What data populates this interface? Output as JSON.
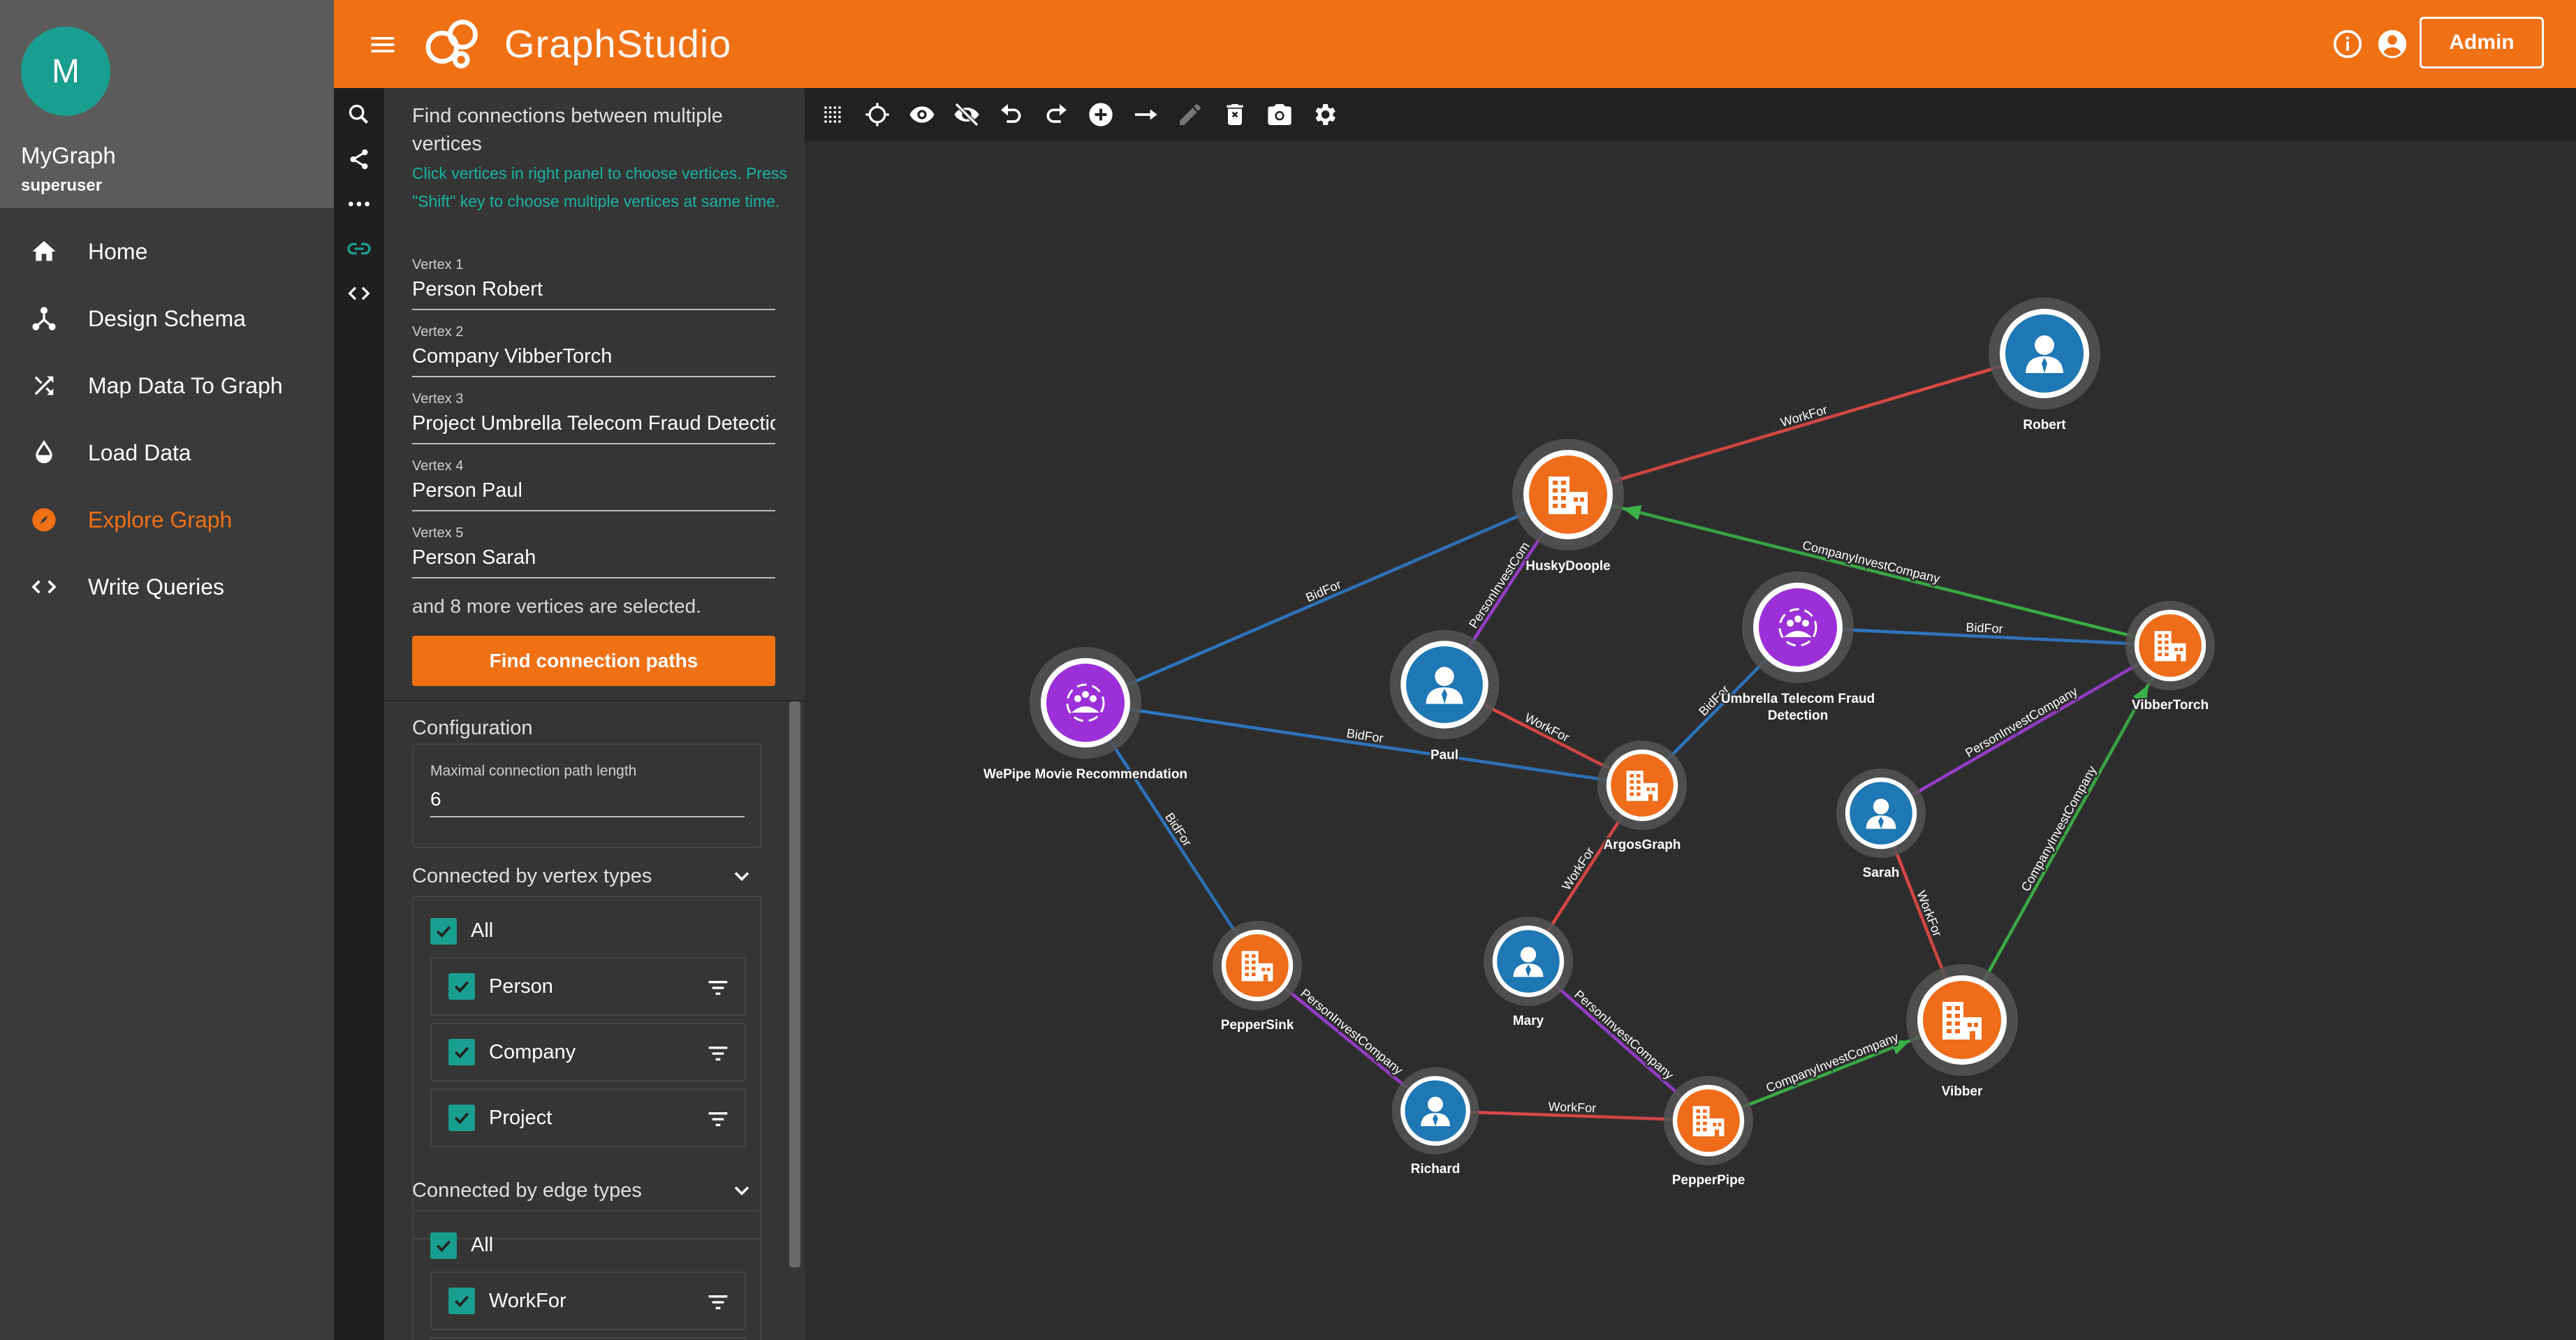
{
  "sidebar": {
    "avatar_letter": "M",
    "graph_name": "MyGraph",
    "user_role": "superuser",
    "nav": [
      {
        "label": "Home",
        "icon": "home-icon"
      },
      {
        "label": "Design Schema",
        "icon": "schema-icon"
      },
      {
        "label": "Map Data To Graph",
        "icon": "shuffle-icon"
      },
      {
        "label": "Load Data",
        "icon": "load-data-icon"
      },
      {
        "label": "Explore Graph",
        "icon": "compass-icon",
        "active": true
      },
      {
        "label": "Write Queries",
        "icon": "code-icon"
      }
    ]
  },
  "topbar": {
    "app_name_bold": "Graph",
    "app_name_light": "Studio",
    "admin_label": "Admin"
  },
  "tools": [
    "search-icon",
    "share-icon",
    "more-dots-icon",
    "link-icon",
    "code-icon"
  ],
  "panel": {
    "title": "Find connections between multiple vertices",
    "hint": "Click vertices in right panel to choose vertices. Press \"Shift\" key to choose multiple vertices at same time.",
    "vertices": [
      {
        "label": "Vertex 1",
        "value": "Person Robert"
      },
      {
        "label": "Vertex 2",
        "value": "Company VibberTorch"
      },
      {
        "label": "Vertex 3",
        "value": "Project Umbrella Telecom Fraud Detection"
      },
      {
        "label": "Vertex 4",
        "value": "Person Paul"
      },
      {
        "label": "Vertex 5",
        "value": "Person Sarah"
      }
    ],
    "more_text": "and 8 more vertices are selected.",
    "find_button": "Find connection paths",
    "config_title": "Configuration",
    "config_label": "Maximal connection path length",
    "config_value": "6",
    "vertex_types_title": "Connected by vertex types",
    "vertex_types_all": "All",
    "vertex_types": [
      "Person",
      "Company",
      "Project"
    ],
    "edge_types_title": "Connected by edge types",
    "edge_types_all": "All",
    "edge_types": [
      "WorkFor"
    ]
  },
  "colors": {
    "accent": "#f07014",
    "teal": "#1a9e8f",
    "person": "#1f77b4",
    "company": "#ef6c1a",
    "project": "#9b30d9",
    "edge_workfor": "#e04848",
    "edge_bidfor": "#2f78c4",
    "edge_companyinvest": "#3cb04a",
    "edge_personinvest": "#9a3fd0"
  },
  "graph": {
    "nodes": [
      {
        "id": "robert",
        "label": "Robert",
        "type": "person"
      },
      {
        "id": "husky",
        "label": "HuskyDoople",
        "type": "company"
      },
      {
        "id": "umbrella",
        "label": "Umbrella Telecom Fraud\nDetection",
        "type": "project"
      },
      {
        "id": "vtorch",
        "label": "VibberTorch",
        "type": "company"
      },
      {
        "id": "wepipe",
        "label": "WePipe Movie Recommendation",
        "type": "project"
      },
      {
        "id": "paul",
        "label": "Paul",
        "type": "person"
      },
      {
        "id": "argos",
        "label": "ArgosGraph",
        "type": "company"
      },
      {
        "id": "sarah",
        "label": "Sarah",
        "type": "person"
      },
      {
        "id": "peppersink",
        "label": "PepperSink",
        "type": "company"
      },
      {
        "id": "mary",
        "label": "Mary",
        "type": "person"
      },
      {
        "id": "vibber",
        "label": "Vibber",
        "type": "company"
      },
      {
        "id": "richard",
        "label": "Richard",
        "type": "person"
      },
      {
        "id": "pepperpipe",
        "label": "PepperPipe",
        "type": "company"
      }
    ],
    "edges": [
      {
        "from": "robert",
        "to": "husky",
        "label": "WorkFor",
        "type": "workfor"
      },
      {
        "from": "vtorch",
        "to": "husky",
        "label": "CompanyInvestCompany",
        "type": "companyinvest"
      },
      {
        "from": "wepipe",
        "to": "husky",
        "label": "BidFor",
        "type": "bidfor"
      },
      {
        "from": "paul",
        "to": "husky",
        "label": "PersonInvestCom",
        "type": "personinvest"
      },
      {
        "from": "umbrella",
        "to": "vtorch",
        "label": "BidFor",
        "type": "bidfor"
      },
      {
        "from": "wepipe",
        "to": "argos",
        "label": "BidFor",
        "type": "bidfor"
      },
      {
        "from": "paul",
        "to": "argos",
        "label": "WorkFor",
        "type": "workfor"
      },
      {
        "from": "argos",
        "to": "umbrella",
        "label": "BidFor",
        "type": "bidfor"
      },
      {
        "from": "sarah",
        "to": "vtorch",
        "label": "PersonInvestCompany",
        "type": "personinvest"
      },
      {
        "from": "wepipe",
        "to": "peppersink",
        "label": "BidFor",
        "type": "bidfor"
      },
      {
        "from": "mary",
        "to": "argos",
        "label": "WorkFor",
        "type": "workfor"
      },
      {
        "from": "sarah",
        "to": "vibber",
        "label": "WorkFor",
        "type": "workfor"
      },
      {
        "from": "vibber",
        "to": "vtorch",
        "label": "CompanyInvestCompany",
        "type": "companyinvest"
      },
      {
        "from": "peppersink",
        "to": "richard",
        "label": "PersonInvestCompany",
        "type": "personinvest"
      },
      {
        "from": "mary",
        "to": "pepperpipe",
        "label": "PersonInvestCompany",
        "type": "personinvest"
      },
      {
        "from": "richard",
        "to": "pepperpipe",
        "label": "WorkFor",
        "type": "workfor"
      },
      {
        "from": "pepperpipe",
        "to": "vibber",
        "label": "CompanyInvestCompany",
        "type": "companyinvest"
      }
    ]
  }
}
